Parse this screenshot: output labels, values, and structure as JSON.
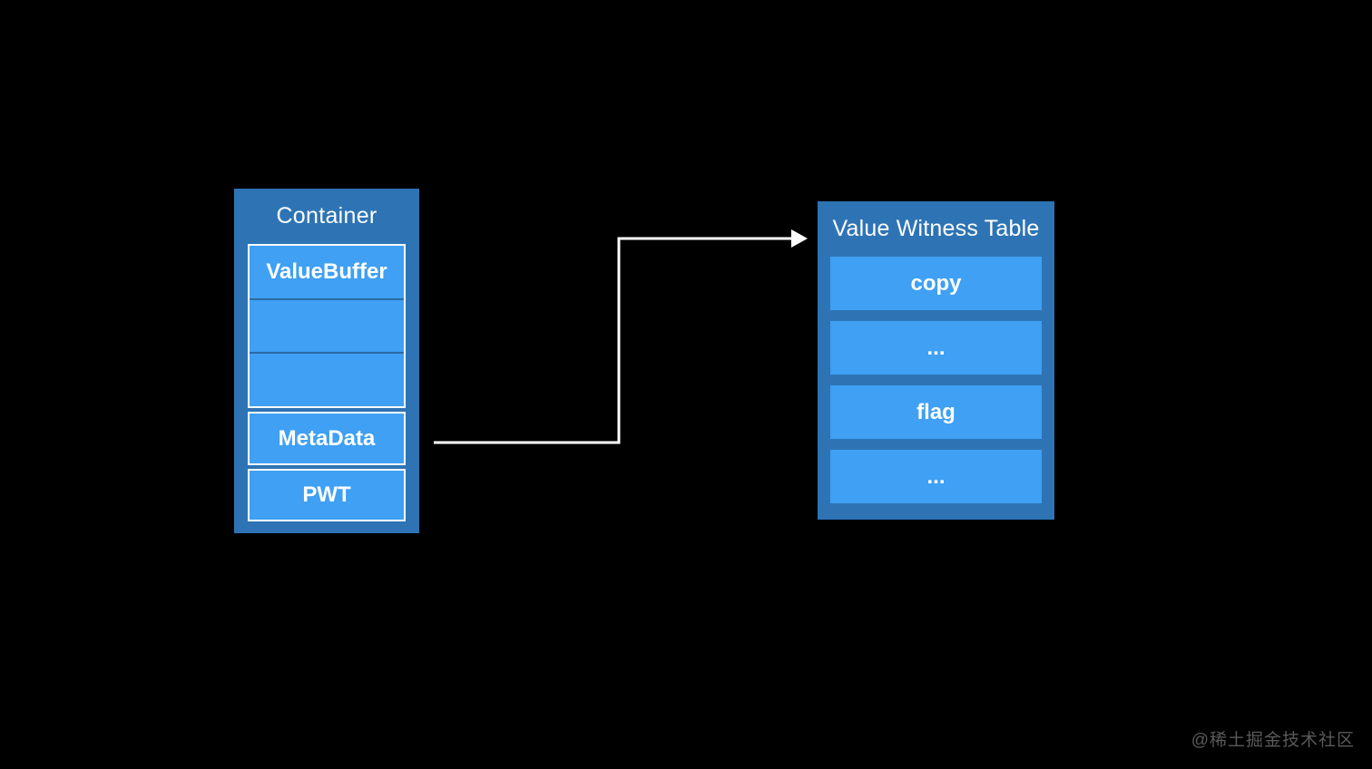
{
  "colors": {
    "background": "#000000",
    "box_fill": "#2E74B5",
    "cell_fill": "#3FA0F4",
    "cell_border": "#FFFFFF",
    "row_separator": "#2B6BA6",
    "arrow": "#FFFFFF",
    "text": "#FFFFFF",
    "watermark": "#5A5A5A"
  },
  "container_box": {
    "title": "Container",
    "value_buffer": {
      "label": "ValueBuffer",
      "empty_row_1": "",
      "empty_row_2": ""
    },
    "metadata_label": "MetaData",
    "pwt_label": "PWT"
  },
  "value_witness_table": {
    "title": "Value Witness Table",
    "rows": [
      "copy",
      "...",
      "flag",
      "..."
    ]
  },
  "arrow": {
    "from": "MetaData",
    "to": "Value Witness Table"
  },
  "watermark": "@稀土掘金技术社区"
}
